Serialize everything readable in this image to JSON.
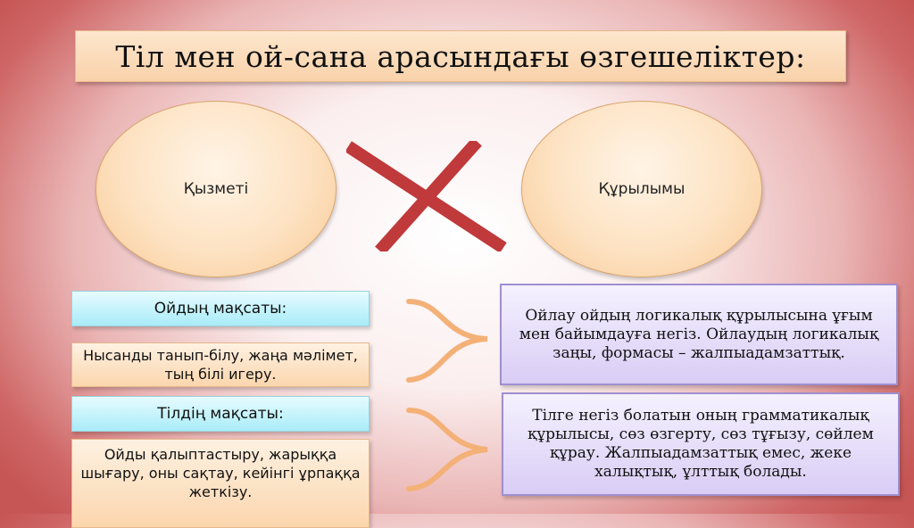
{
  "title": "Тіл мен ой-сана арасындағы өзгешеліктер:",
  "ovals": {
    "left": "Қызметі",
    "right": "Құрылымы"
  },
  "goals": {
    "thought_label": "Ойдың мақсаты:",
    "thought_text": "Нысанды танып-білу, жаңа мәлімет, тың білі игеру.",
    "language_label": "Тілдің мақсаты:",
    "language_text": "Ойды қалыптастыру, жарыққа шығару, оны сақтау, кейінгі ұрпаққа жеткізу."
  },
  "structure": {
    "thought": "Ойлау ойдың логикалық құрылысына ұғым мен байымдауға негіз. Ойлаудың логикалық заңы, формасы – жалпыадамзаттық.",
    "language": "Тілге негіз болатын оның грамматикалық құрылысы, сөз өзгерту, сөз тұғызу, сөйлем құрау. Жалпыадамзаттық емес, жеке халықтық, ұлттық болады."
  },
  "colors": {
    "cross": "#c0393b",
    "brace": "#f3b178"
  }
}
